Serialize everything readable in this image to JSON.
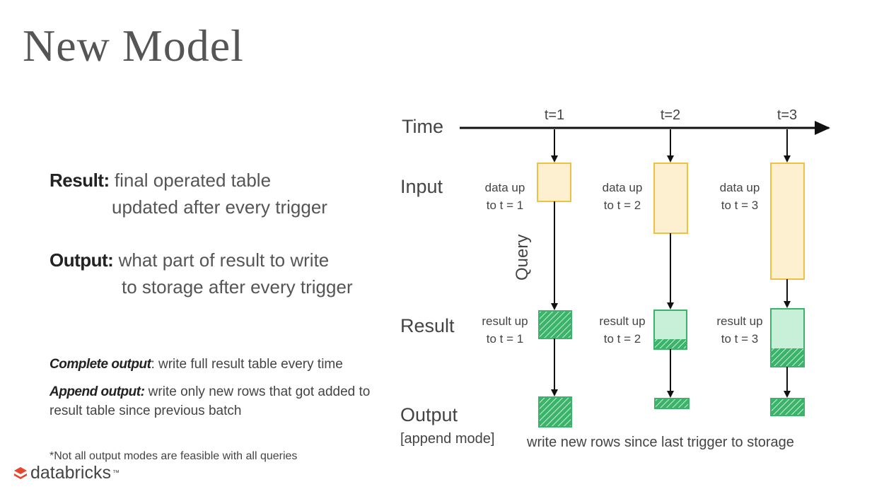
{
  "title": "New Model",
  "definitions": {
    "result_label": "Result:",
    "result_line1": "final operated table",
    "result_line2": "updated after every trigger",
    "output_label": "Output:",
    "output_line1": "what part of result to write",
    "output_line2": "to storage after every trigger"
  },
  "modes": {
    "complete_label": "Complete output",
    "complete_text": ": write full result table every time",
    "append_label": "Append output:",
    "append_text": " write only new rows that got added to result table since previous batch"
  },
  "footnote": "*Not all output modes are feasible with all queries",
  "logo_text": "databricks",
  "logo_tm": "™",
  "diagram": {
    "row_labels": {
      "time": "Time",
      "input": "Input",
      "result": "Result",
      "output": "Output",
      "output_mode": "[append mode]"
    },
    "query_label": "Query",
    "output_caption": "write new rows since last trigger to storage",
    "triggers": [
      {
        "label": "t=1",
        "input_line1": "data up",
        "input_line2": "to t = 1",
        "result_line1": "result up",
        "result_line2": "to t = 1"
      },
      {
        "label": "t=2",
        "input_line1": "data up",
        "input_line2": "to t = 2",
        "result_line1": "result up",
        "result_line2": "to t = 2"
      },
      {
        "label": "t=3",
        "input_line1": "data up",
        "input_line2": "to t = 3",
        "result_line1": "result up",
        "result_line2": "to t = 3"
      }
    ],
    "colors": {
      "input_fill": "#fdf0d0",
      "input_stroke": "#f0c040",
      "result_fill": "#c8f0d8",
      "result_stroke": "#3cb36a",
      "hatch": "#3cb36a",
      "arrow": "#111111",
      "logo": "#e8462e"
    }
  }
}
